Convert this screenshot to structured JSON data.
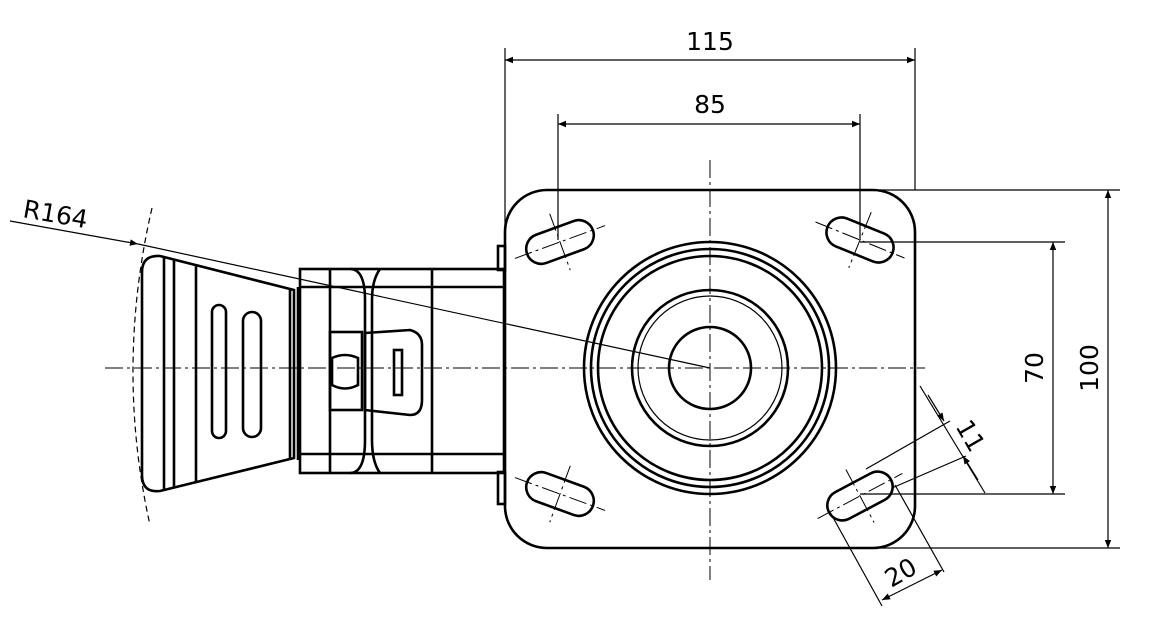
{
  "drawing": {
    "title": "Swivel castor with brake - top view",
    "colors": {
      "line": "#000000",
      "background": "#ffffff"
    },
    "dimensions": {
      "plate_width": "115",
      "hole_spacing_x": "85",
      "plate_height": "100",
      "hole_spacing_y": "70",
      "slot_length": "20",
      "slot_width": "11",
      "brake_radius": "R164"
    }
  }
}
